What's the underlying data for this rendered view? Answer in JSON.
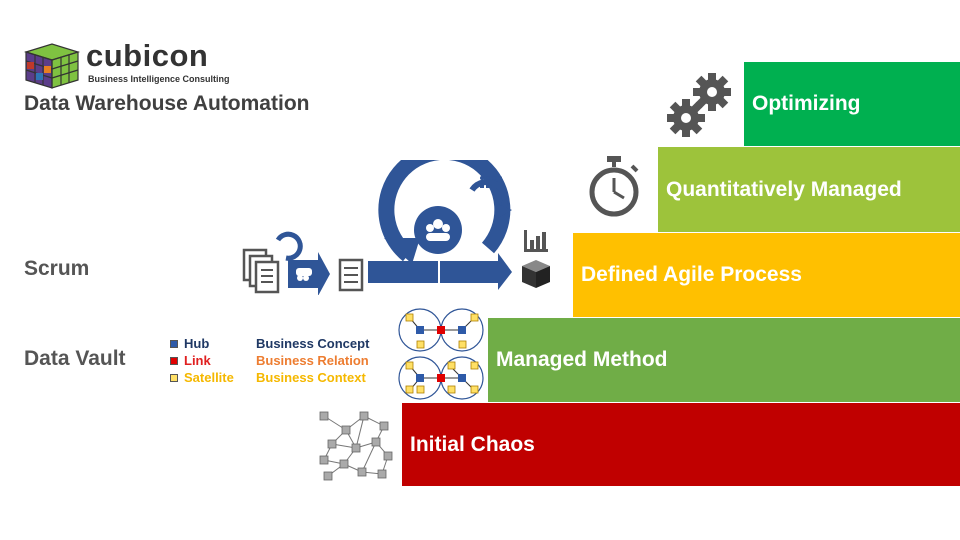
{
  "brand": {
    "name": "cubicon",
    "tagline": "Business Intelligence Consulting"
  },
  "title": "Data Warehouse Automation",
  "labels": {
    "scrum": "Scrum",
    "data_vault": "Data Vault"
  },
  "legend": [
    {
      "symbol": "Hub",
      "meaning": "Business Concept",
      "symbol_color": "#1f3864",
      "meaning_color": "#1f3864",
      "square": "#2e5aa8"
    },
    {
      "symbol": "Link",
      "meaning": "Business Relation",
      "symbol_color": "#e02020",
      "meaning_color": "#ed7d31",
      "square": "#e00000"
    },
    {
      "symbol": "Satellite",
      "meaning": "Business Context",
      "symbol_color": "#f5b800",
      "meaning_color": "#f5b800",
      "square": "#ffe066"
    }
  ],
  "maturity_levels": [
    {
      "level": 5,
      "label": "Optimizing",
      "color": "#00b050"
    },
    {
      "level": 4,
      "label": "Quantitatively Managed",
      "color": "#9dc33b"
    },
    {
      "level": 3,
      "label": "Defined Agile Process",
      "color": "#ffc000"
    },
    {
      "level": 2,
      "label": "Managed Method",
      "color": "#70ad47"
    },
    {
      "level": 1,
      "label": "Initial Chaos",
      "color": "#c00000"
    }
  ],
  "icons": {
    "logo": "rubik-cube-icon",
    "gears": "gears-icon",
    "stopwatch": "stopwatch-icon",
    "scrum_cycle": "scrum-cycle-icon",
    "network": "chaos-network-icon"
  },
  "accent": "#2f5597"
}
